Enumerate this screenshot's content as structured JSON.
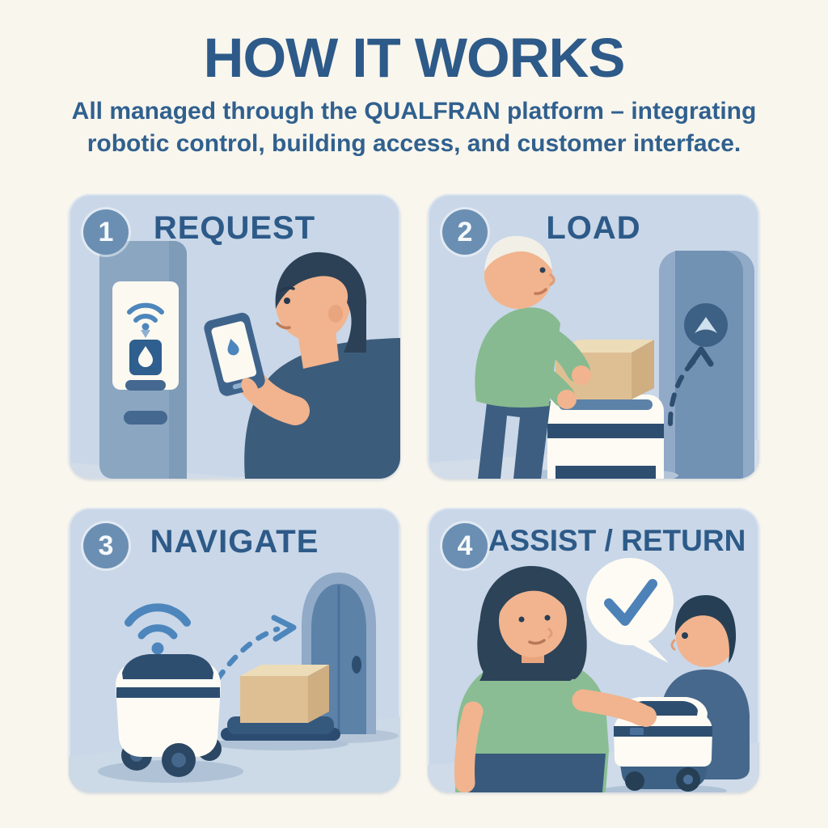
{
  "header": {
    "title": "HOW IT WORKS",
    "subtitle": "All managed through the QUALFRAN platform – integrating robotic control, building access, and customer interface."
  },
  "steps": [
    {
      "number": "1",
      "label": "REQUEST",
      "icons": [
        "wifi-icon",
        "water-drop-icon",
        "kiosk-icon",
        "smartphone-icon"
      ]
    },
    {
      "number": "2",
      "label": "LOAD",
      "icons": [
        "package-box-icon",
        "delivery-robot-icon",
        "elevator-up-button-icon",
        "dashed-arrow-up-icon"
      ]
    },
    {
      "number": "3",
      "label": "NAVIGATE",
      "icons": [
        "wifi-icon",
        "delivery-robot-icon",
        "dashed-arrow-right-icon",
        "package-box-icon",
        "door-icon"
      ]
    },
    {
      "number": "4",
      "label": "ASSIST / RETURN",
      "icons": [
        "speech-bubble-icon",
        "checkmark-icon",
        "delivery-robot-icon"
      ]
    }
  ],
  "colors": {
    "background": "#f9f6ee",
    "panel_background": "#c9d7e8",
    "heading_text": "#2d5a88",
    "subtitle_text": "#30608e",
    "badge_fill": "#6b8fb3",
    "accent_blue": "#4d86bc",
    "dark_navy": "#2e4e70",
    "door_blue": "#5d82a8",
    "shirt_green": "#87ba90",
    "skin": "#f1b48e",
    "box_tan": "#debf94",
    "robot_white": "#fdfbf4"
  }
}
